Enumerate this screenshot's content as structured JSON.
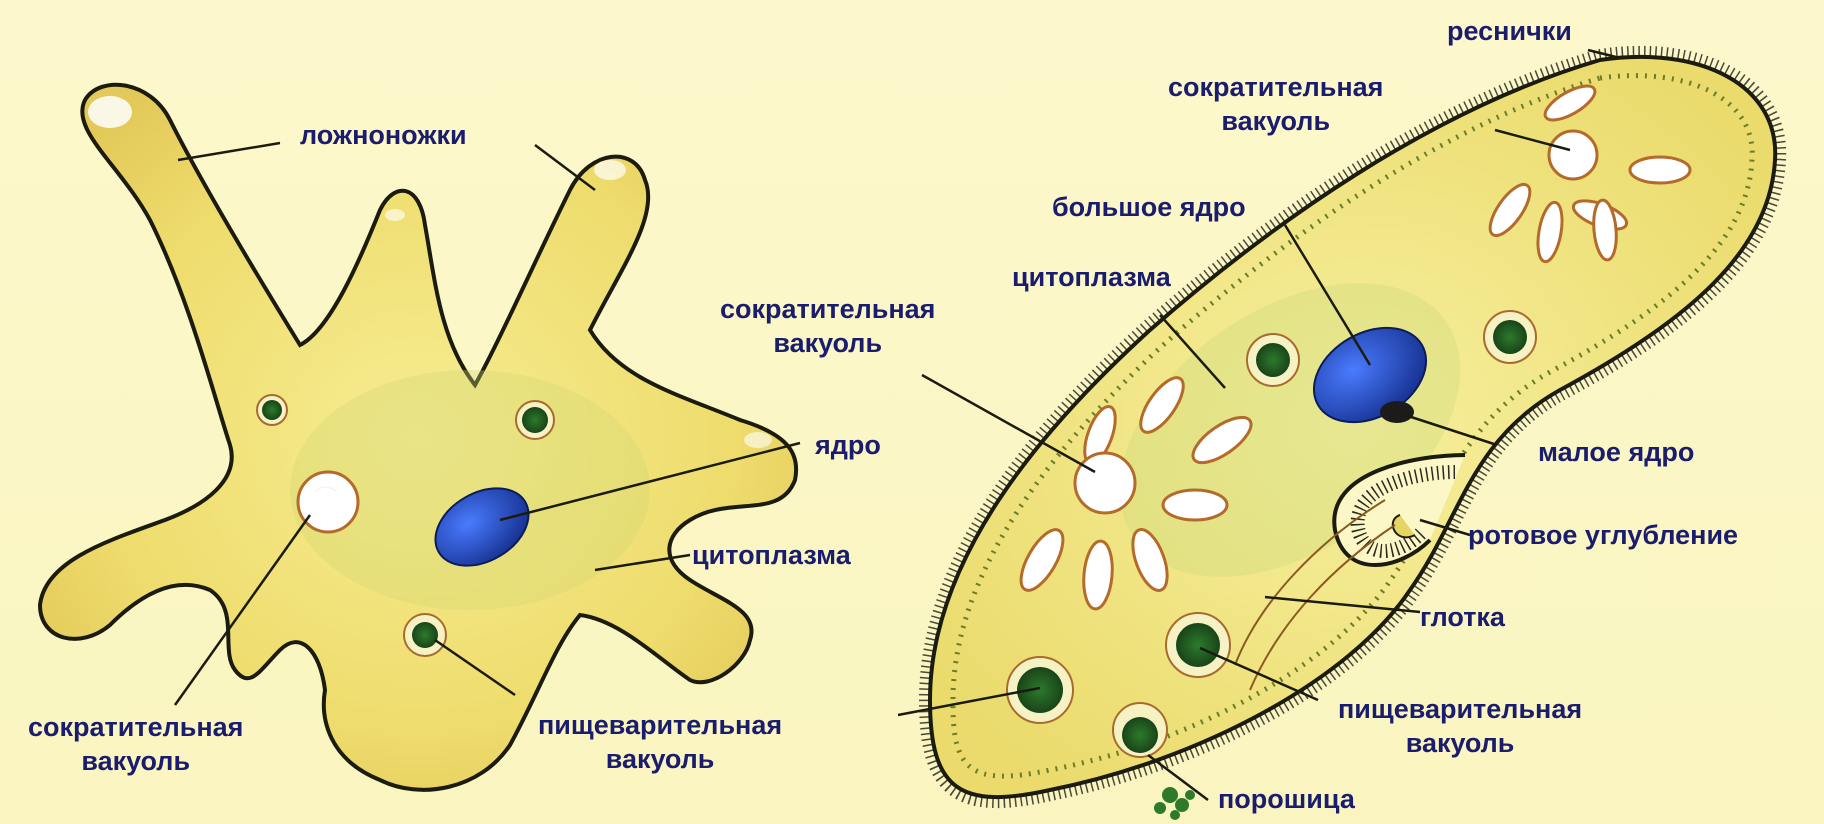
{
  "amoeba": {
    "pseudopods": "ложноножки",
    "nucleus": "ядро",
    "cytoplasm": "цитоплазма",
    "contractile_vacuole": [
      "сократительная",
      "вакуоль"
    ],
    "digestive_vacuole": [
      "пищеварительная",
      "вакуоль"
    ]
  },
  "paramecium": {
    "cilia": "реснички",
    "contractile_vacuole_top": [
      "сократительная",
      "вакуоль"
    ],
    "macronucleus": "большое ядро",
    "cytoplasm": "цитоплазма",
    "contractile_vacuole_mid": [
      "сократительная",
      "вакуоль"
    ],
    "micronucleus": "малое ядро",
    "oral_groove": "ротовое углубление",
    "pharynx": "глотка",
    "digestive_vacuole": [
      "пищеварительная",
      "вакуоль"
    ],
    "anal_pore": "порошица"
  },
  "colors": {
    "background": "#fbf7c6",
    "cell_fill": "#f0e37a",
    "outline": "#1b1b10",
    "nucleus": "#1f3fb0",
    "food_vacuole": "#2f6b2a",
    "label_text": "#1a1d6e"
  }
}
